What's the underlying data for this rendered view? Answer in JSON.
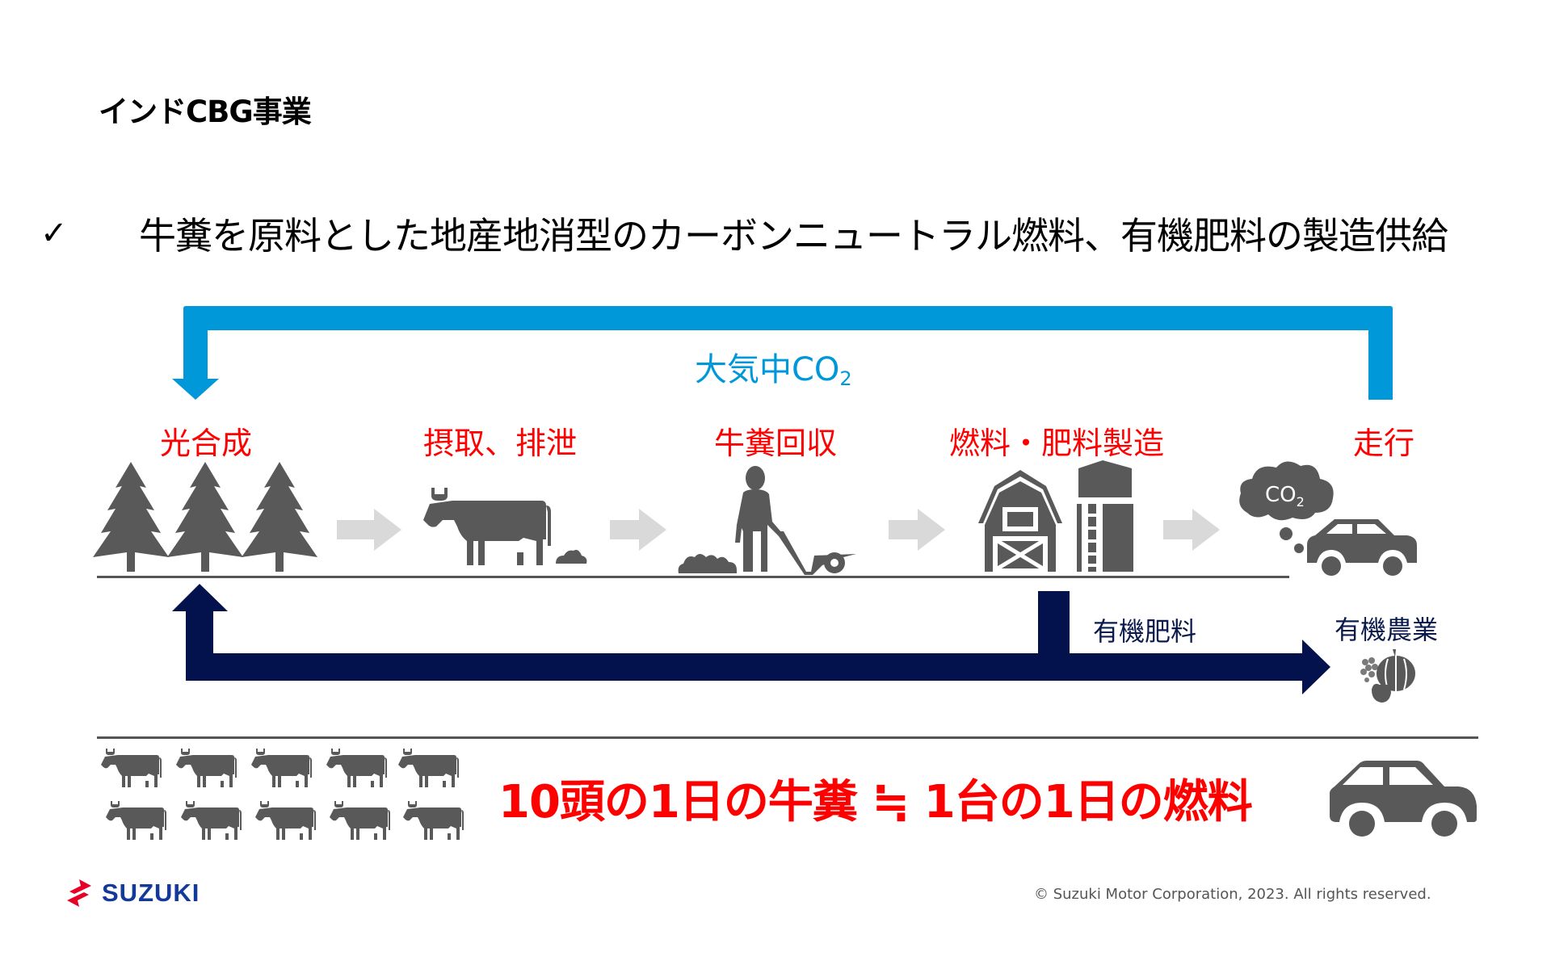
{
  "slide": {
    "title": "インドCBG事業",
    "bullet": {
      "check_glyph": "✓",
      "text": "牛糞を原料とした地産地消型のカーボンニュートラル燃料、有機肥料の製造供給"
    }
  },
  "diagram": {
    "co2_cycle_label": "大気中CO",
    "co2_cycle_subscript": "2",
    "steps": [
      {
        "label": "光合成",
        "icon": "trees-icon"
      },
      {
        "label": "摂取、排泄",
        "icon": "cow-dung-icon"
      },
      {
        "label": "牛糞回収",
        "icon": "person-wheelbarrow-icon"
      },
      {
        "label": "燃料・肥料製造",
        "icon": "barn-silo-icon"
      },
      {
        "label": "走行",
        "icon": "car-co2-icon"
      }
    ],
    "car_cloud_text": "CO",
    "car_cloud_subscript": "2",
    "fertilizer_label": "有機肥料",
    "organic_farming_label": "有機農業",
    "colors": {
      "co2_arrow": "#0098d8",
      "fertilizer_arrow": "#03114d",
      "step_label": "#ff0000",
      "icon_gray": "#595959",
      "flow_arrow": "#d9d9d9"
    }
  },
  "comparison": {
    "cow_count": 10,
    "text": "10頭の1日の牛糞 ≒ 1台の1日の燃料"
  },
  "footer": {
    "brand": "SUZUKI",
    "copyright": "© Suzuki Motor Corporation, 2023. All rights reserved."
  }
}
